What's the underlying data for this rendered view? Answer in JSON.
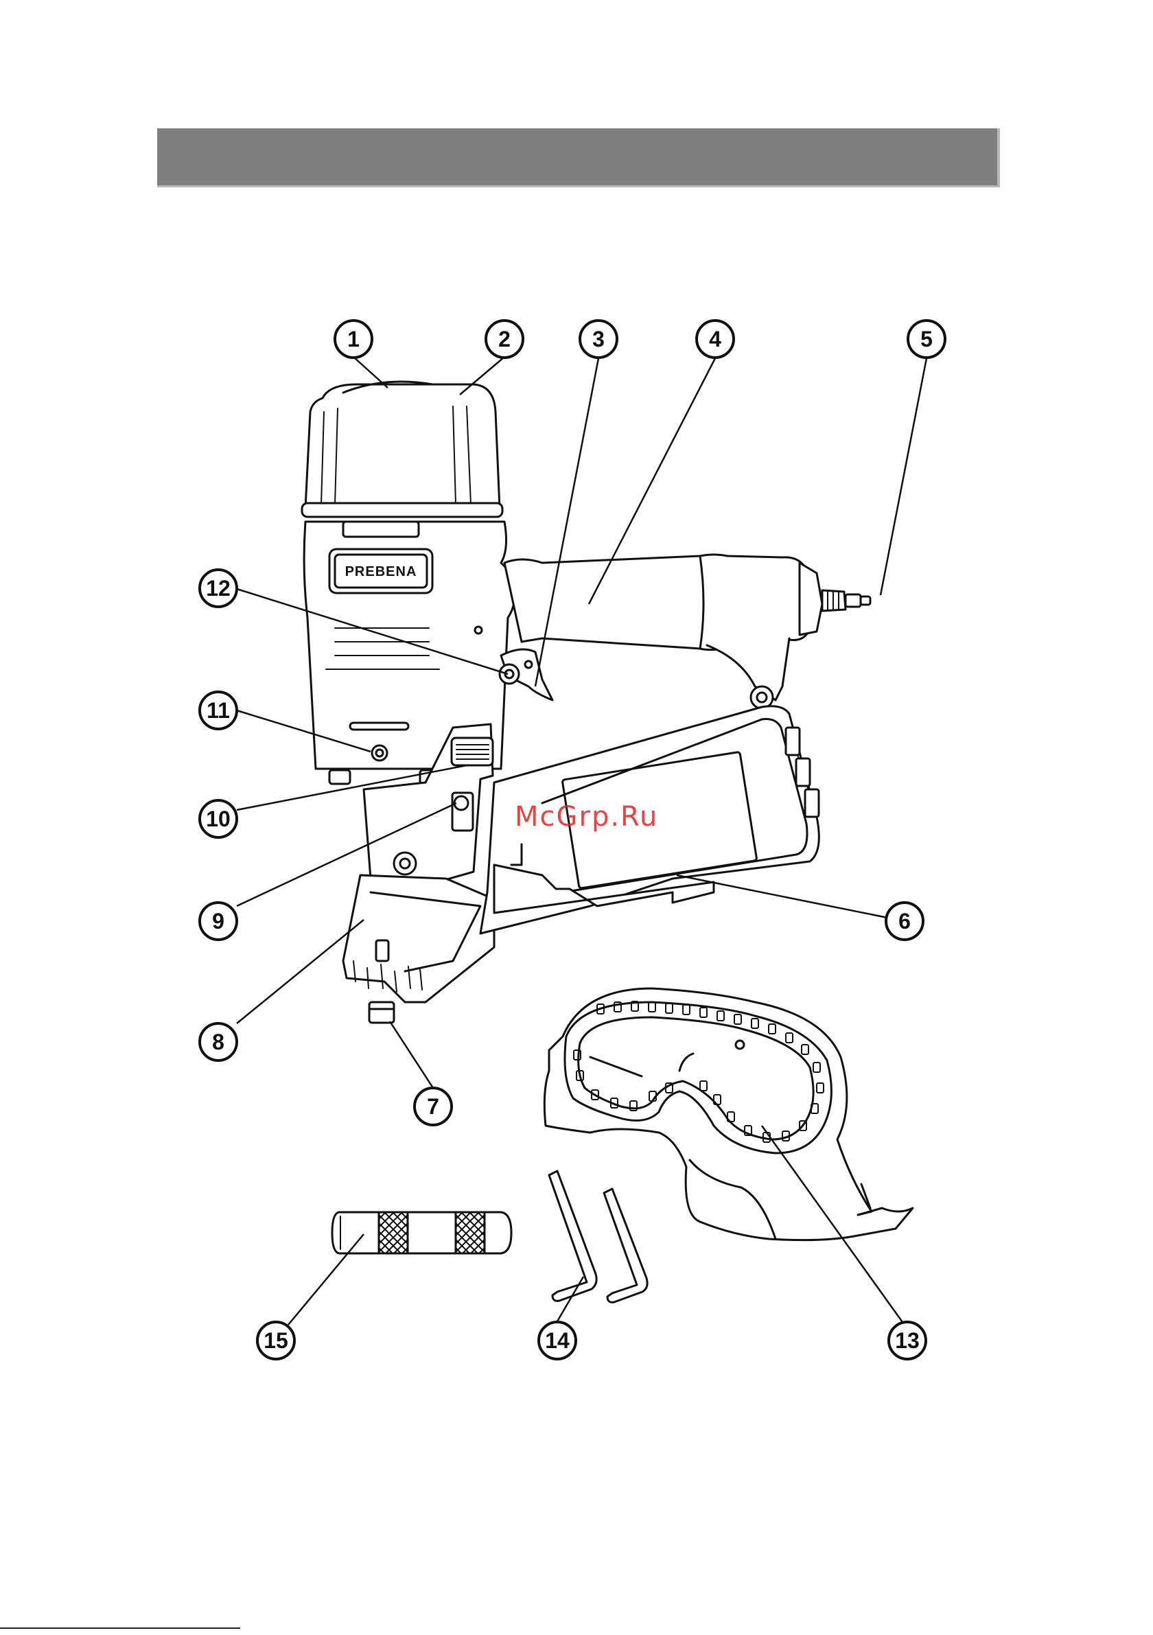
{
  "header": {
    "bar_color": "#7f7f7f"
  },
  "tool": {
    "brand_label": "PREBENA"
  },
  "watermark": {
    "text": "McGrp.Ru",
    "color": "#e0231e"
  },
  "callouts": [
    {
      "label": "1"
    },
    {
      "label": "2"
    },
    {
      "label": "3"
    },
    {
      "label": "4"
    },
    {
      "label": "5"
    },
    {
      "label": "6"
    },
    {
      "label": "7"
    },
    {
      "label": "8"
    },
    {
      "label": "9"
    },
    {
      "label": "10"
    },
    {
      "label": "11"
    },
    {
      "label": "12"
    },
    {
      "label": "13"
    },
    {
      "label": "14"
    },
    {
      "label": "15"
    }
  ],
  "accessories": [
    "safety-goggles",
    "hex-keys",
    "oil-pin"
  ]
}
